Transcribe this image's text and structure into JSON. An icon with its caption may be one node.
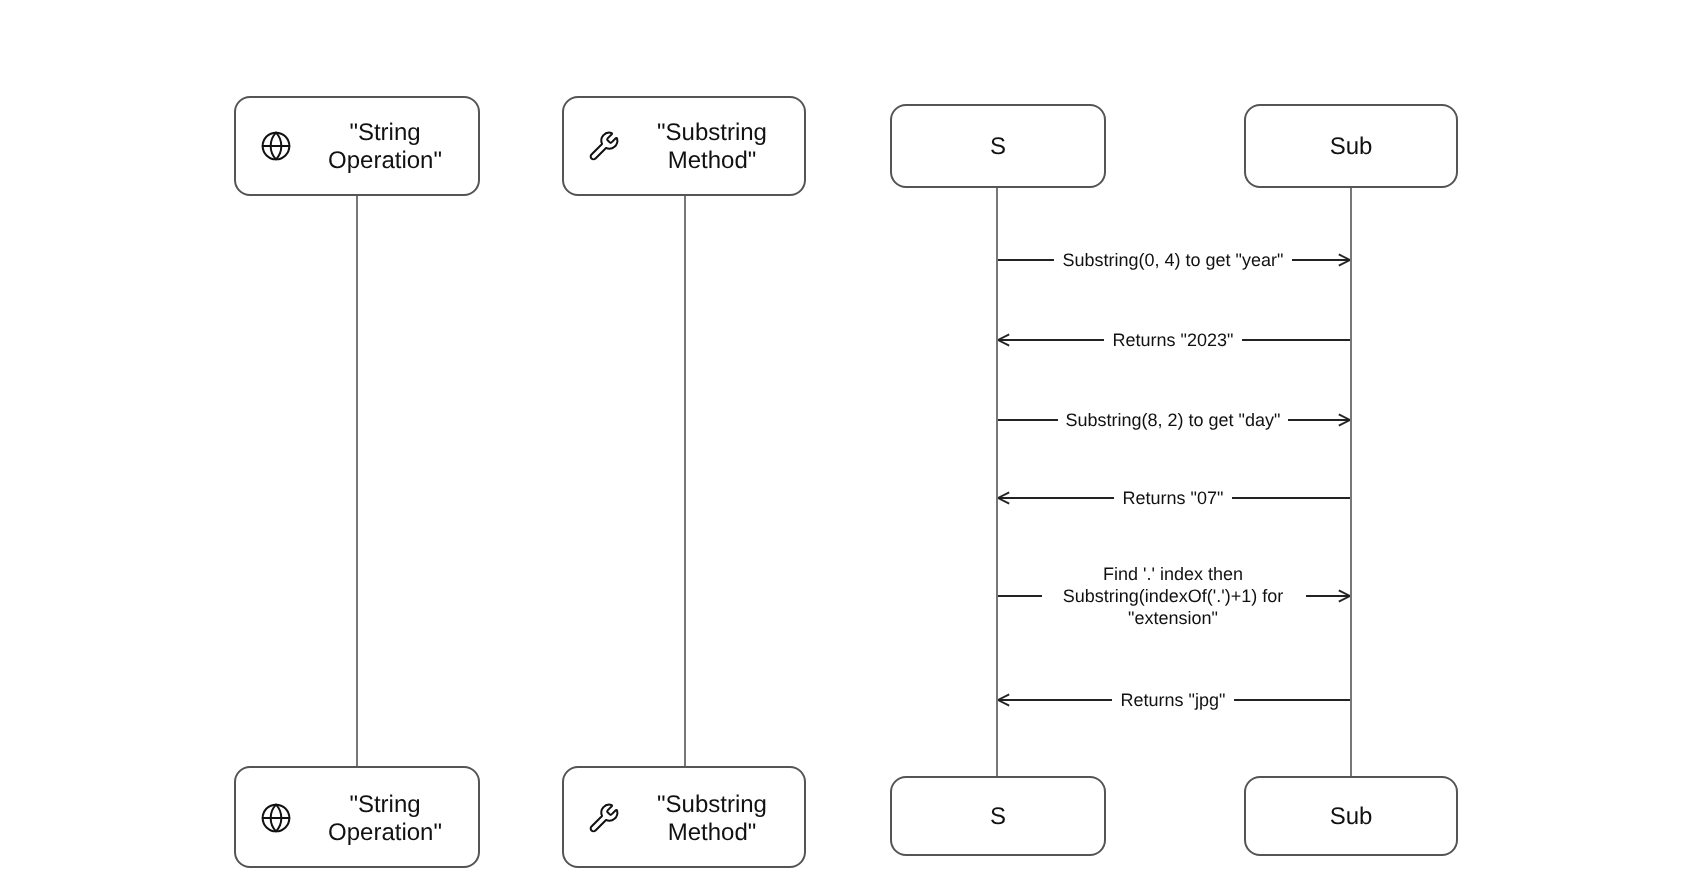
{
  "diagram": {
    "nodes": [
      {
        "text": [
          "\"String Operation\""
        ]
      },
      {
        "text": [
          "\"Substring Method\""
        ]
      },
      {
        "text": [
          "S"
        ]
      },
      {
        "text": [
          "Sub"
        ]
      },
      {
        "text": [],
        "shape": "bar"
      },
      {
        "text": [],
        "shape": "bar"
      },
      {
        "text": [],
        "shape": "bar"
      },
      {
        "text": [],
        "shape": "bar"
      },
      {
        "text": [
          "\"String Operation\""
        ]
      },
      {
        "text": [
          "\"Substring Method\""
        ]
      },
      {
        "text": [
          "S"
        ]
      },
      {
        "text": [
          "Sub"
        ]
      }
    ],
    "edges": [
      {
        "from": 6,
        "to": 7,
        "arrow": "to",
        "label": "Substring(0, 4) to get \"year\""
      },
      {
        "from": 7,
        "to": 6,
        "arrow": "to",
        "label": "Returns \"2023\""
      },
      {
        "from": 6,
        "to": 7,
        "arrow": "to",
        "label": "Substring(8, 2) to get \"day\""
      },
      {
        "from": 7,
        "to": 6,
        "arrow": "to",
        "label": "Returns \"07\""
      },
      {
        "from": 6,
        "to": 7,
        "arrow": "to",
        "label": "Find '.' index then Substring(indexOf('.')+1) for \"extension\""
      },
      {
        "from": 7,
        "to": 6,
        "arrow": "to",
        "label": "Returns \"jpg\""
      }
    ]
  }
}
